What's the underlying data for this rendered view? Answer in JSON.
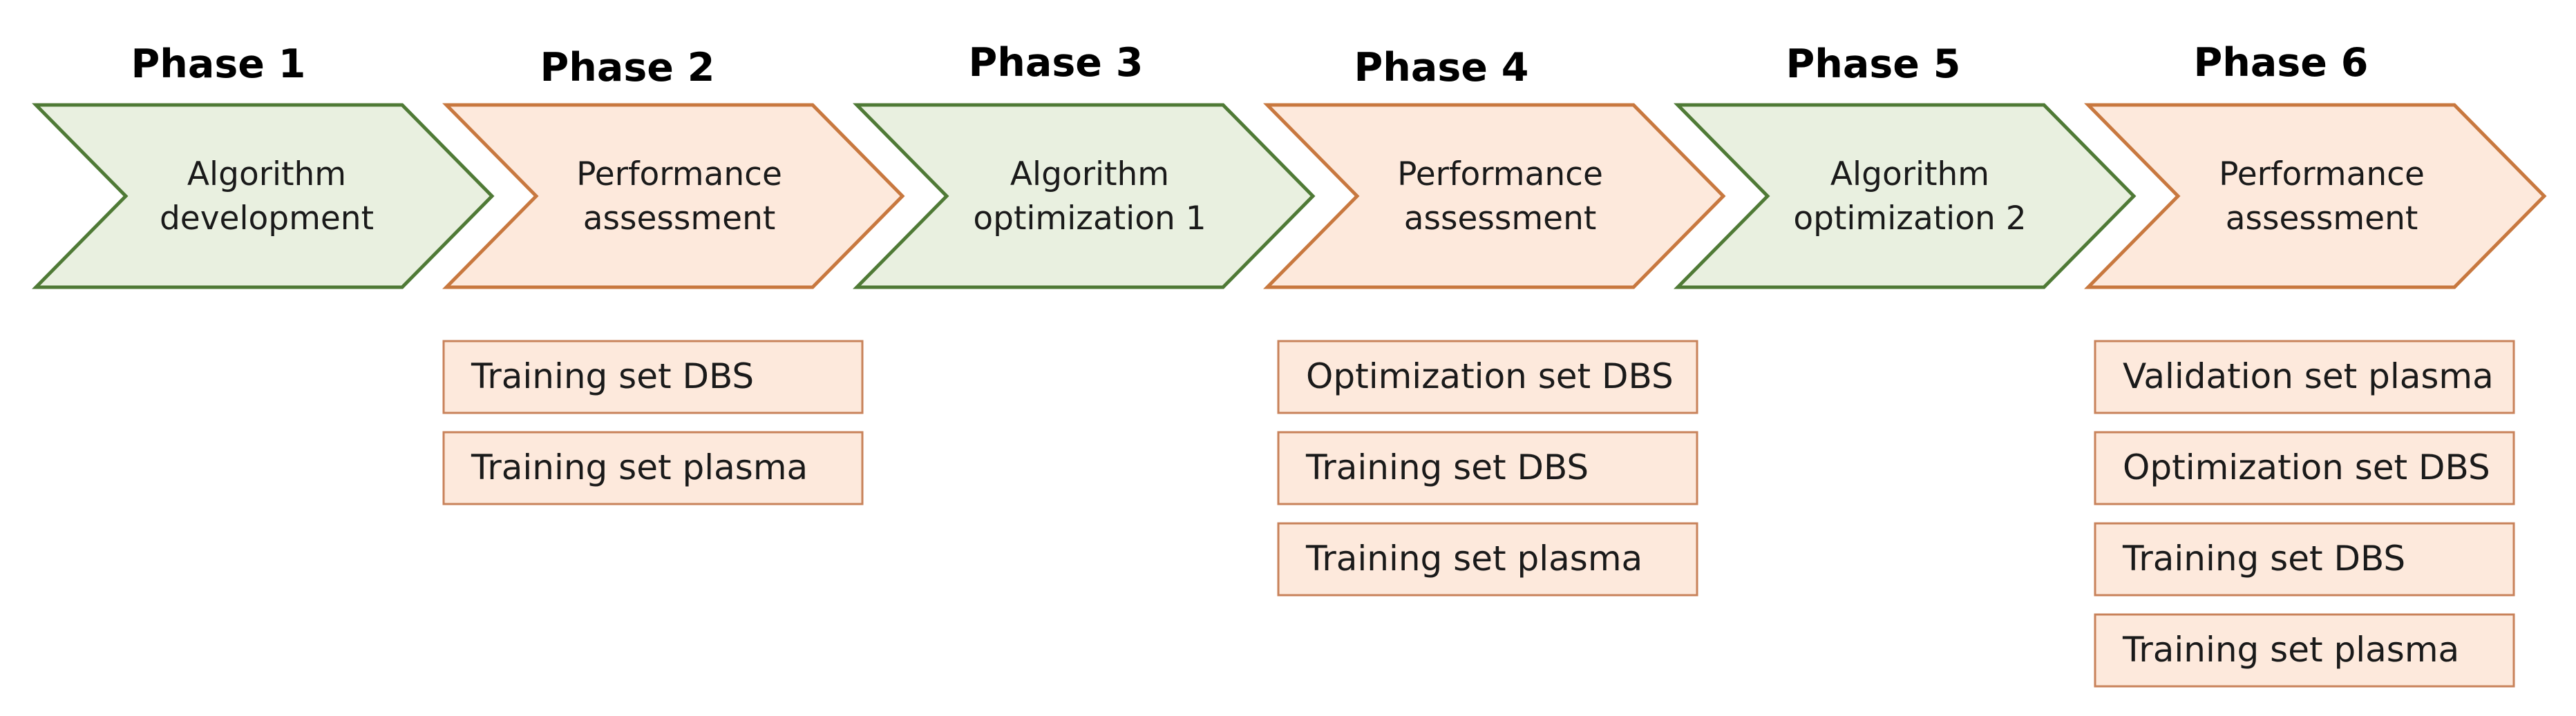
{
  "phases": [
    {
      "title": "Phase 1",
      "label_lines": [
        "Algorithm",
        "development"
      ],
      "color": "green",
      "datasets": []
    },
    {
      "title": "Phase 2",
      "label_lines": [
        "Performance",
        "assessment"
      ],
      "color": "orange",
      "datasets": [
        "Training set DBS",
        "Training set plasma"
      ]
    },
    {
      "title": "Phase 3",
      "label_lines": [
        "Algorithm",
        "optimization 1"
      ],
      "color": "green",
      "datasets": []
    },
    {
      "title": "Phase 4",
      "label_lines": [
        "Performance",
        "assessment"
      ],
      "color": "orange",
      "datasets": [
        "Optimization set DBS",
        "Training set DBS",
        "Training set plasma"
      ]
    },
    {
      "title": "Phase 5",
      "label_lines": [
        "Algorithm",
        "optimization 2"
      ],
      "color": "green",
      "datasets": []
    },
    {
      "title": "Phase 6",
      "label_lines": [
        "Performance",
        "assessment"
      ],
      "color": "orange",
      "datasets": [
        "Validation set plasma",
        "Optimization set DBS",
        "Training set DBS",
        "Training set plasma"
      ]
    }
  ],
  "colors": {
    "green_fill": "#e9f0e0",
    "green_stroke": "#4f7a36",
    "orange_fill": "#fde9dc",
    "orange_stroke": "#c8783f",
    "box_stroke": "#c8825a"
  }
}
